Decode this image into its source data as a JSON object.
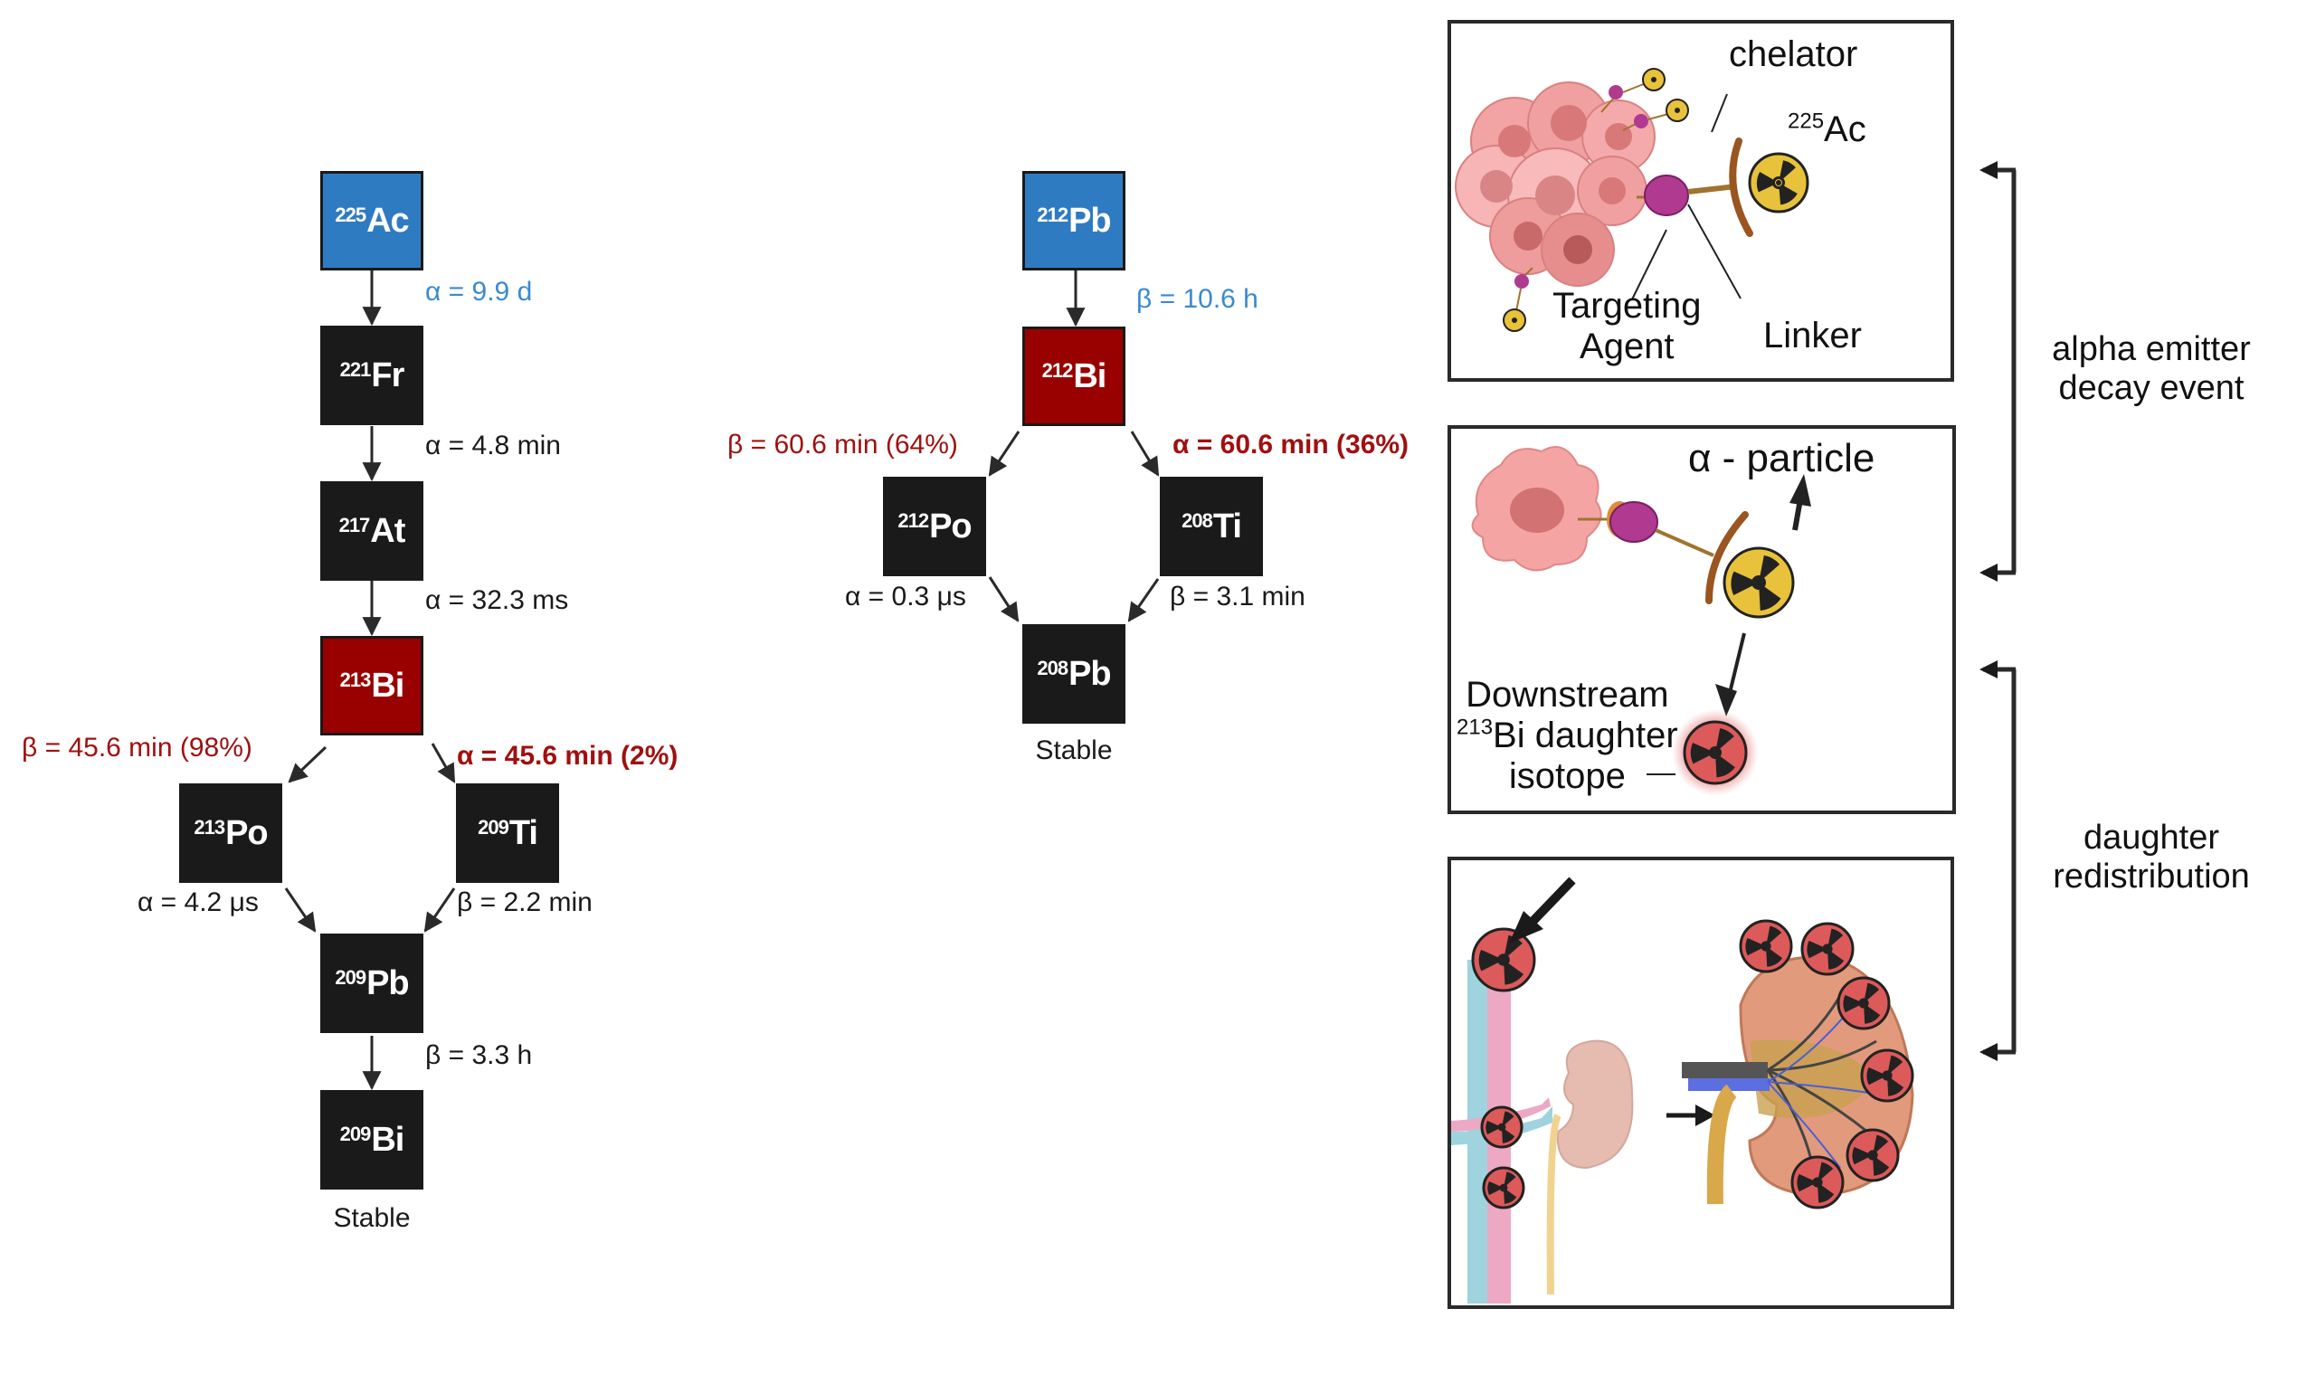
{
  "colors": {
    "parent_box": "#2f7bc2",
    "branch_box": "#990000",
    "daughter_box": "#1a1a1a",
    "parent_text": "#3a8ad0",
    "branch_text": "#a01010"
  },
  "chain_ac225": {
    "nuclides": [
      {
        "mass": "225",
        "symbol": "Ac",
        "style": "blue"
      },
      {
        "mass": "221",
        "symbol": "Fr",
        "style": "black"
      },
      {
        "mass": "217",
        "symbol": "At",
        "style": "black"
      },
      {
        "mass": "213",
        "symbol": "Bi",
        "style": "red"
      },
      {
        "mass": "213",
        "symbol": "Po",
        "style": "black"
      },
      {
        "mass": "209",
        "symbol": "Ti",
        "style": "black"
      },
      {
        "mass": "209",
        "symbol": "Pb",
        "style": "black"
      },
      {
        "mass": "209",
        "symbol": "Bi",
        "style": "black"
      }
    ],
    "decays": [
      "α = 9.9 d",
      "α = 4.8 min",
      "α = 32.3 ms",
      "β = 45.6 min (98%)",
      "α = 45.6 min (2%)",
      "α = 4.2 μs",
      "β = 2.2 min",
      "β = 3.3 h"
    ],
    "end_label": "Stable"
  },
  "chain_pb212": {
    "nuclides": [
      {
        "mass": "212",
        "symbol": "Pb",
        "style": "blue"
      },
      {
        "mass": "212",
        "symbol": "Bi",
        "style": "red"
      },
      {
        "mass": "212",
        "symbol": "Po",
        "style": "black"
      },
      {
        "mass": "208",
        "symbol": "Ti",
        "style": "black"
      },
      {
        "mass": "208",
        "symbol": "Pb",
        "style": "black"
      }
    ],
    "decays": [
      "β = 10.6 h",
      "β = 60.6 min (64%)",
      "α = 60.6 min (36%)",
      "α = 0.3 μs",
      "β = 3.1 min"
    ],
    "end_label": "Stable"
  },
  "panels": {
    "conjugate": {
      "chelator": "chelator",
      "isotope_mass": "225",
      "isotope_symbol": "Ac",
      "targeting_agent_line1": "Targeting",
      "targeting_agent_line2": "Agent",
      "linker": "Linker"
    },
    "decay": {
      "alpha_particle": "α - particle",
      "downstream_line1": "Downstream",
      "downstream_mass": "213",
      "downstream_line2": "Bi daughter",
      "downstream_line3": "isotope"
    },
    "redistribution": {}
  },
  "side_labels": {
    "top_line1": "alpha emitter",
    "top_line2": "decay event",
    "bottom_line1": "daughter",
    "bottom_line2": "redistribution"
  }
}
